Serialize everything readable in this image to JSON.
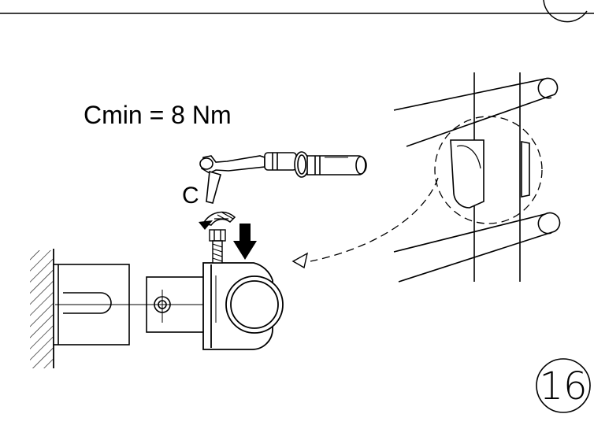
{
  "labels": {
    "torque_spec": "Cmin = 8 Nm",
    "tool_marker": "C",
    "step_number": "16"
  },
  "colors": {
    "line": "#000000",
    "background": "#ffffff"
  }
}
